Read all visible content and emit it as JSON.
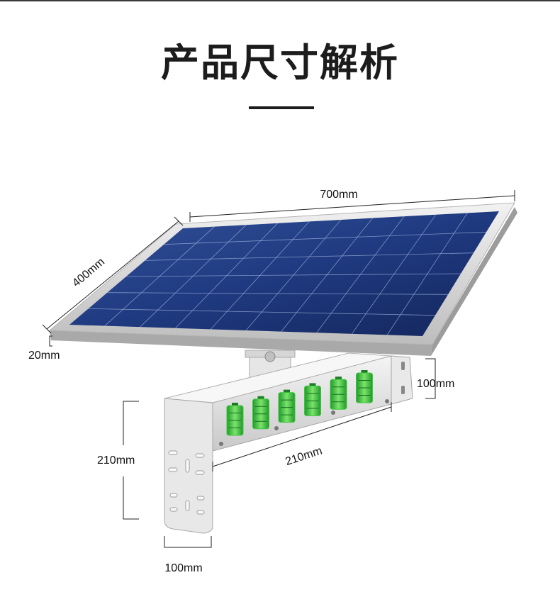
{
  "title": "产品尺寸解析",
  "dimensions": {
    "panel_width": "700mm",
    "panel_depth": "400mm",
    "panel_thickness": "20mm",
    "mount_height": "100mm",
    "bracket_height": "210mm",
    "bracket_length": "210mm",
    "bracket_width": "100mm"
  },
  "colors": {
    "cell_blue": "#1b2f6e",
    "frame_silver": "#d9d9d9",
    "battery_green": "#3cc83c"
  }
}
